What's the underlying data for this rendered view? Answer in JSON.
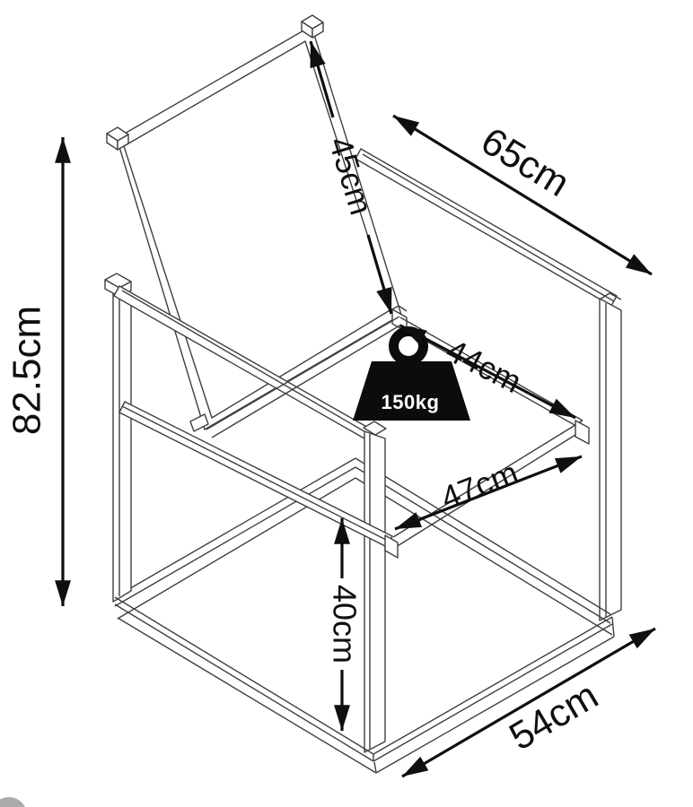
{
  "diagram": {
    "dimensions": {
      "height": "82.5cm",
      "backrest_height": "45cm",
      "side_depth": "65cm",
      "seat_depth": "44cm",
      "seat_width": "47cm",
      "seat_height": "40cm",
      "base_width": "54cm"
    },
    "max_load": "150kg",
    "colors": {
      "background": "#ffffff",
      "frame_line": "#3f3f3f",
      "dimension_line": "#0f0f0f",
      "weight_fill": "#0c0c0c",
      "watermark": "#ababab"
    }
  }
}
